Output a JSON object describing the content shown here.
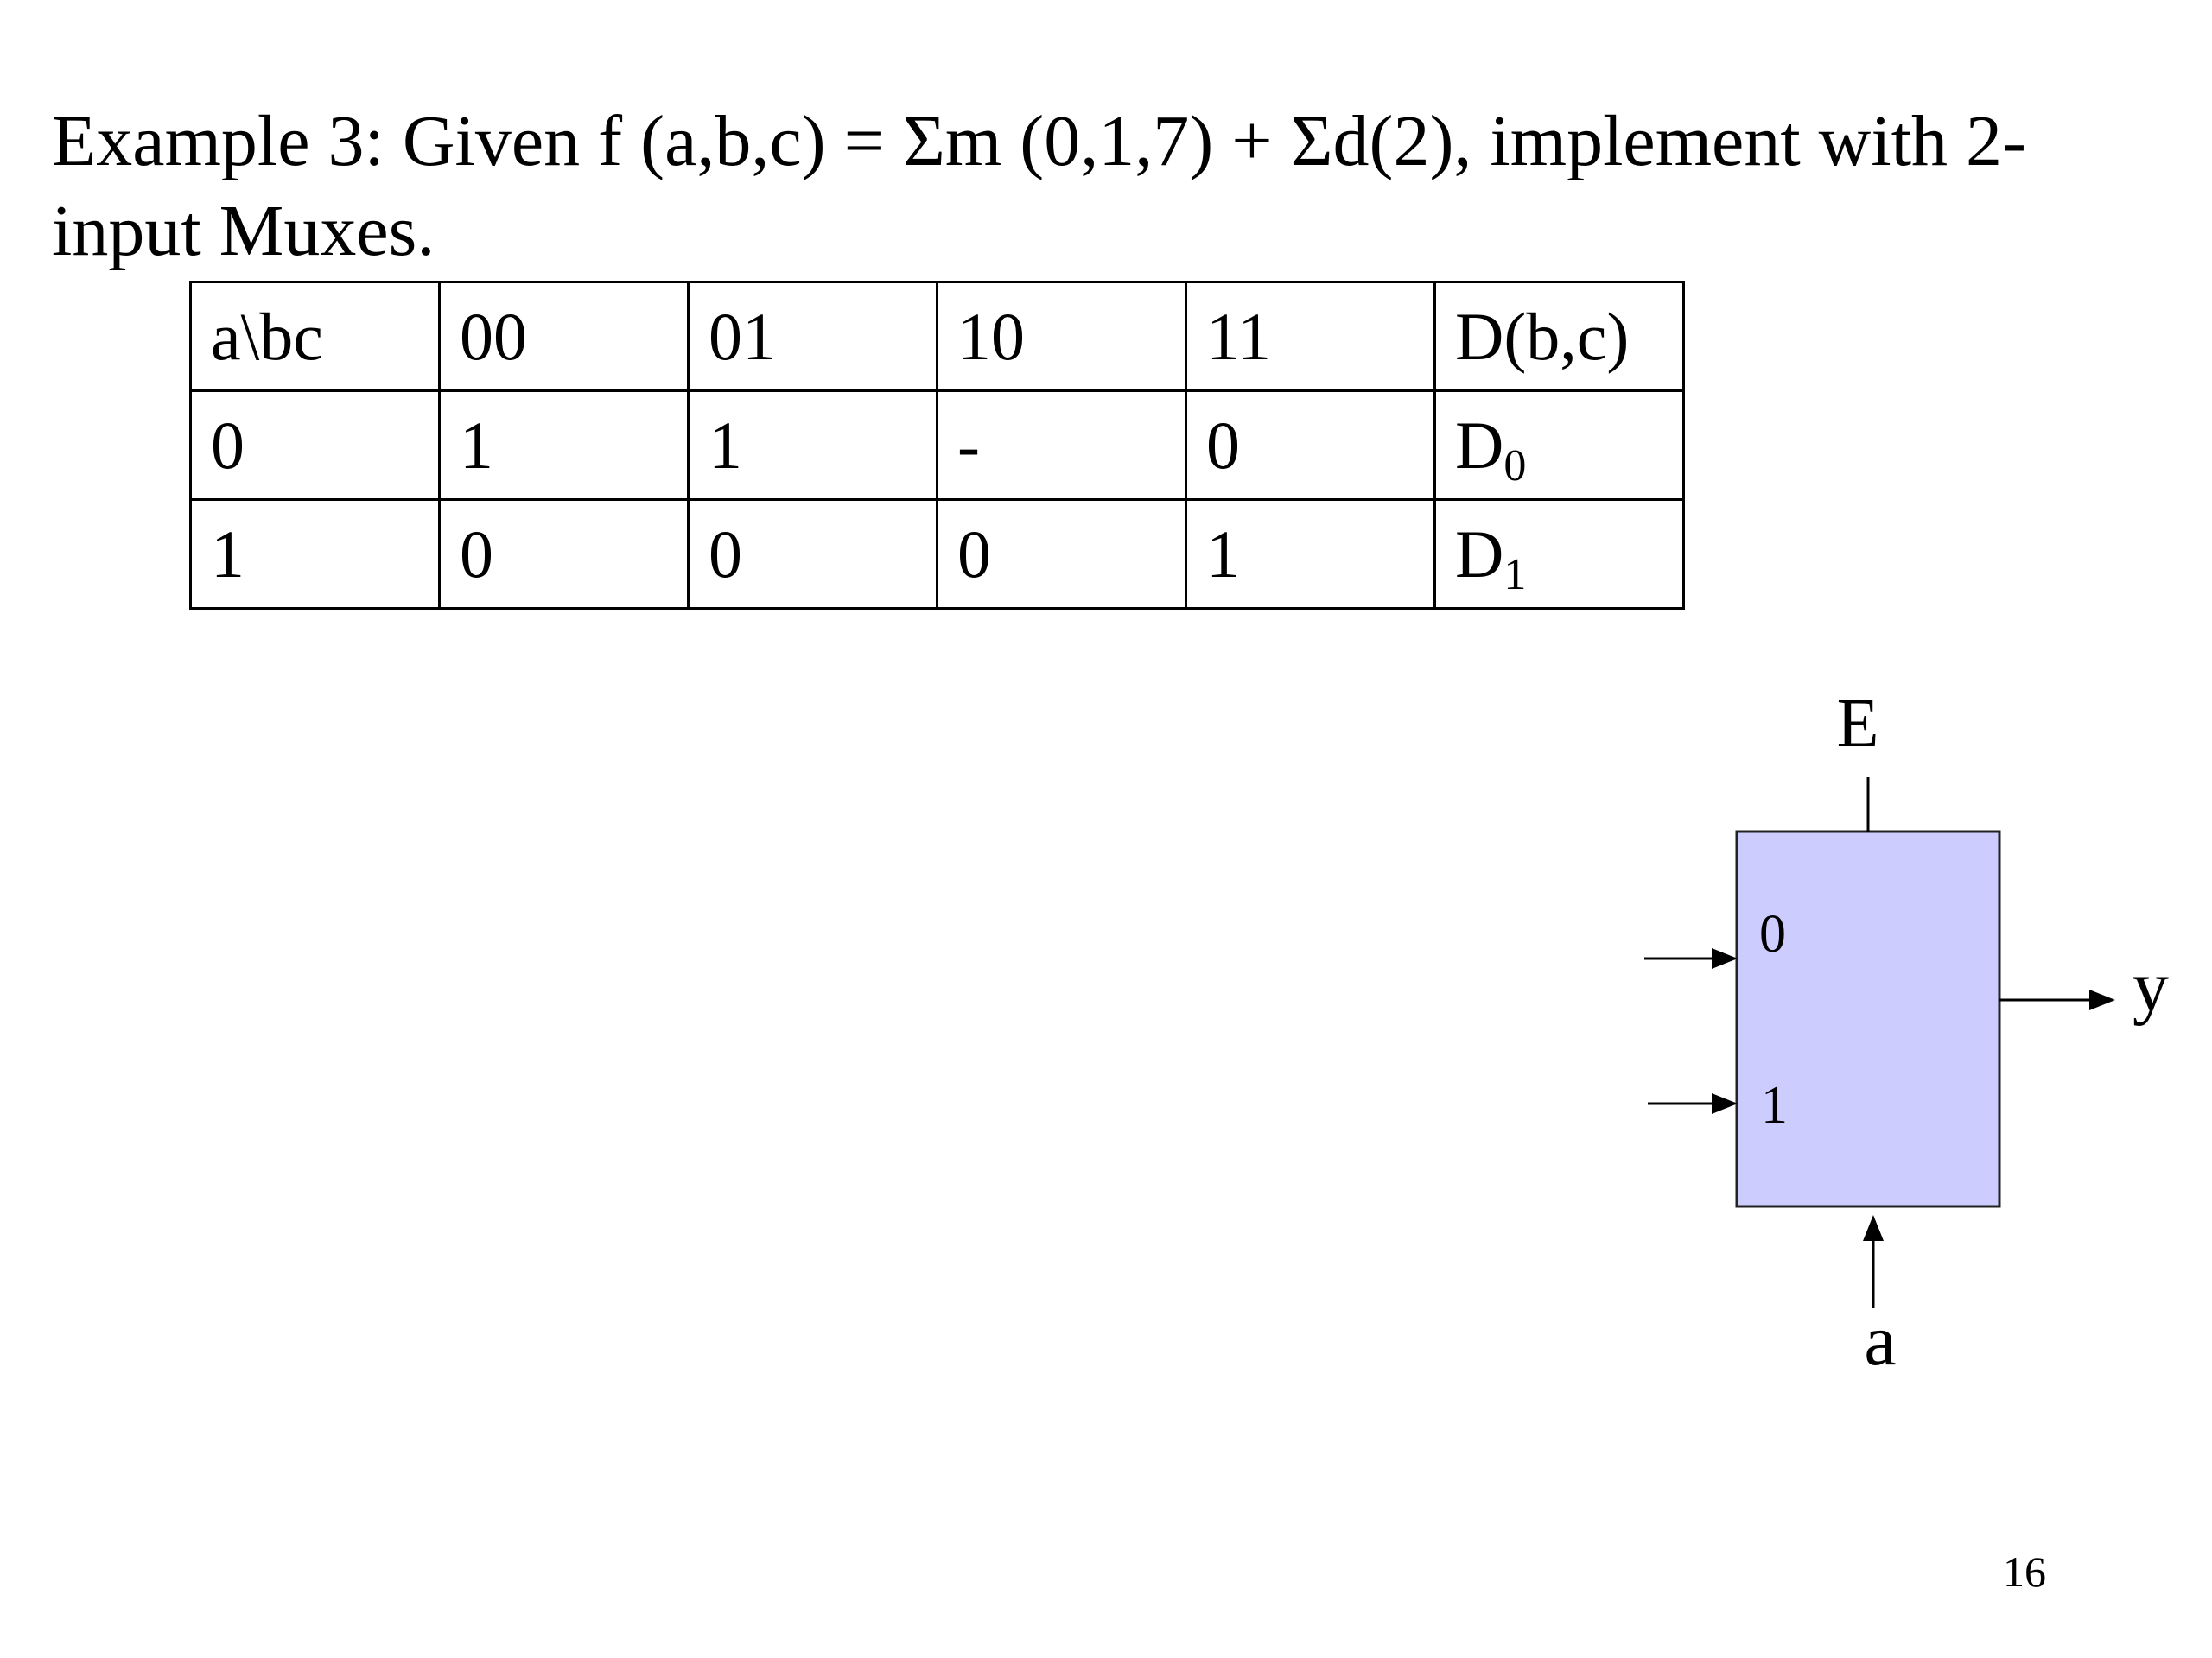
{
  "slide": {
    "title_line1": "Example 3: Given f (a,b,c) = Σm (0,1,7) + Σd(2), implement with 2-",
    "title_line2": "input Muxes.",
    "page_number": "16"
  },
  "table": {
    "header": [
      "a\\bc",
      "00",
      "01",
      "10",
      "11",
      "D(b,c)"
    ],
    "rows": [
      {
        "a": "0",
        "cells": [
          "1",
          "1",
          "-",
          "0"
        ],
        "d_base": "D",
        "d_sub": "0"
      },
      {
        "a": "1",
        "cells": [
          "0",
          "0",
          "0",
          "1"
        ],
        "d_base": "D",
        "d_sub": "1"
      }
    ]
  },
  "mux": {
    "enable_label": "E",
    "input0_label": "0",
    "input1_label": "1",
    "output_label": "y",
    "select_label": "a",
    "fill_color": "#ccccff"
  }
}
